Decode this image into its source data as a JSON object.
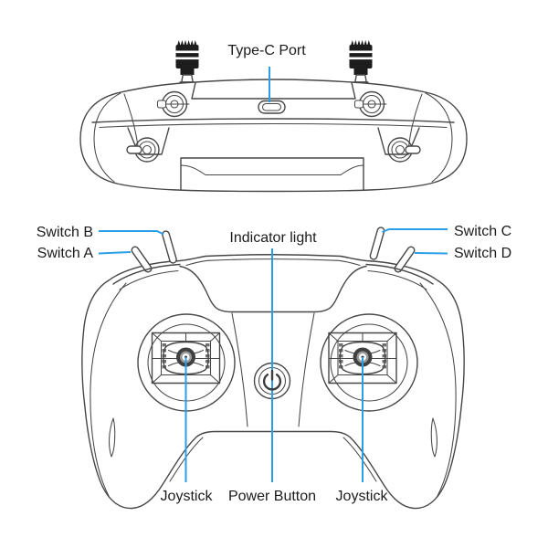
{
  "labels": {
    "type_c_port": "Type-C Port",
    "switch_b": "Switch B",
    "switch_a": "Switch A",
    "switch_c": "Switch C",
    "switch_d": "Switch D",
    "indicator_light": "Indicator light",
    "joystick_left": "Joystick",
    "power_button": "Power Button",
    "joystick_right": "Joystick"
  },
  "icons": {
    "power_icon": "power-symbol"
  },
  "colors": {
    "callout_line": "#2b9ee8",
    "line_art": "#474747",
    "text": "#1b1b1b",
    "background": "#ffffff",
    "antenna_fill": "#1d1d1d"
  }
}
